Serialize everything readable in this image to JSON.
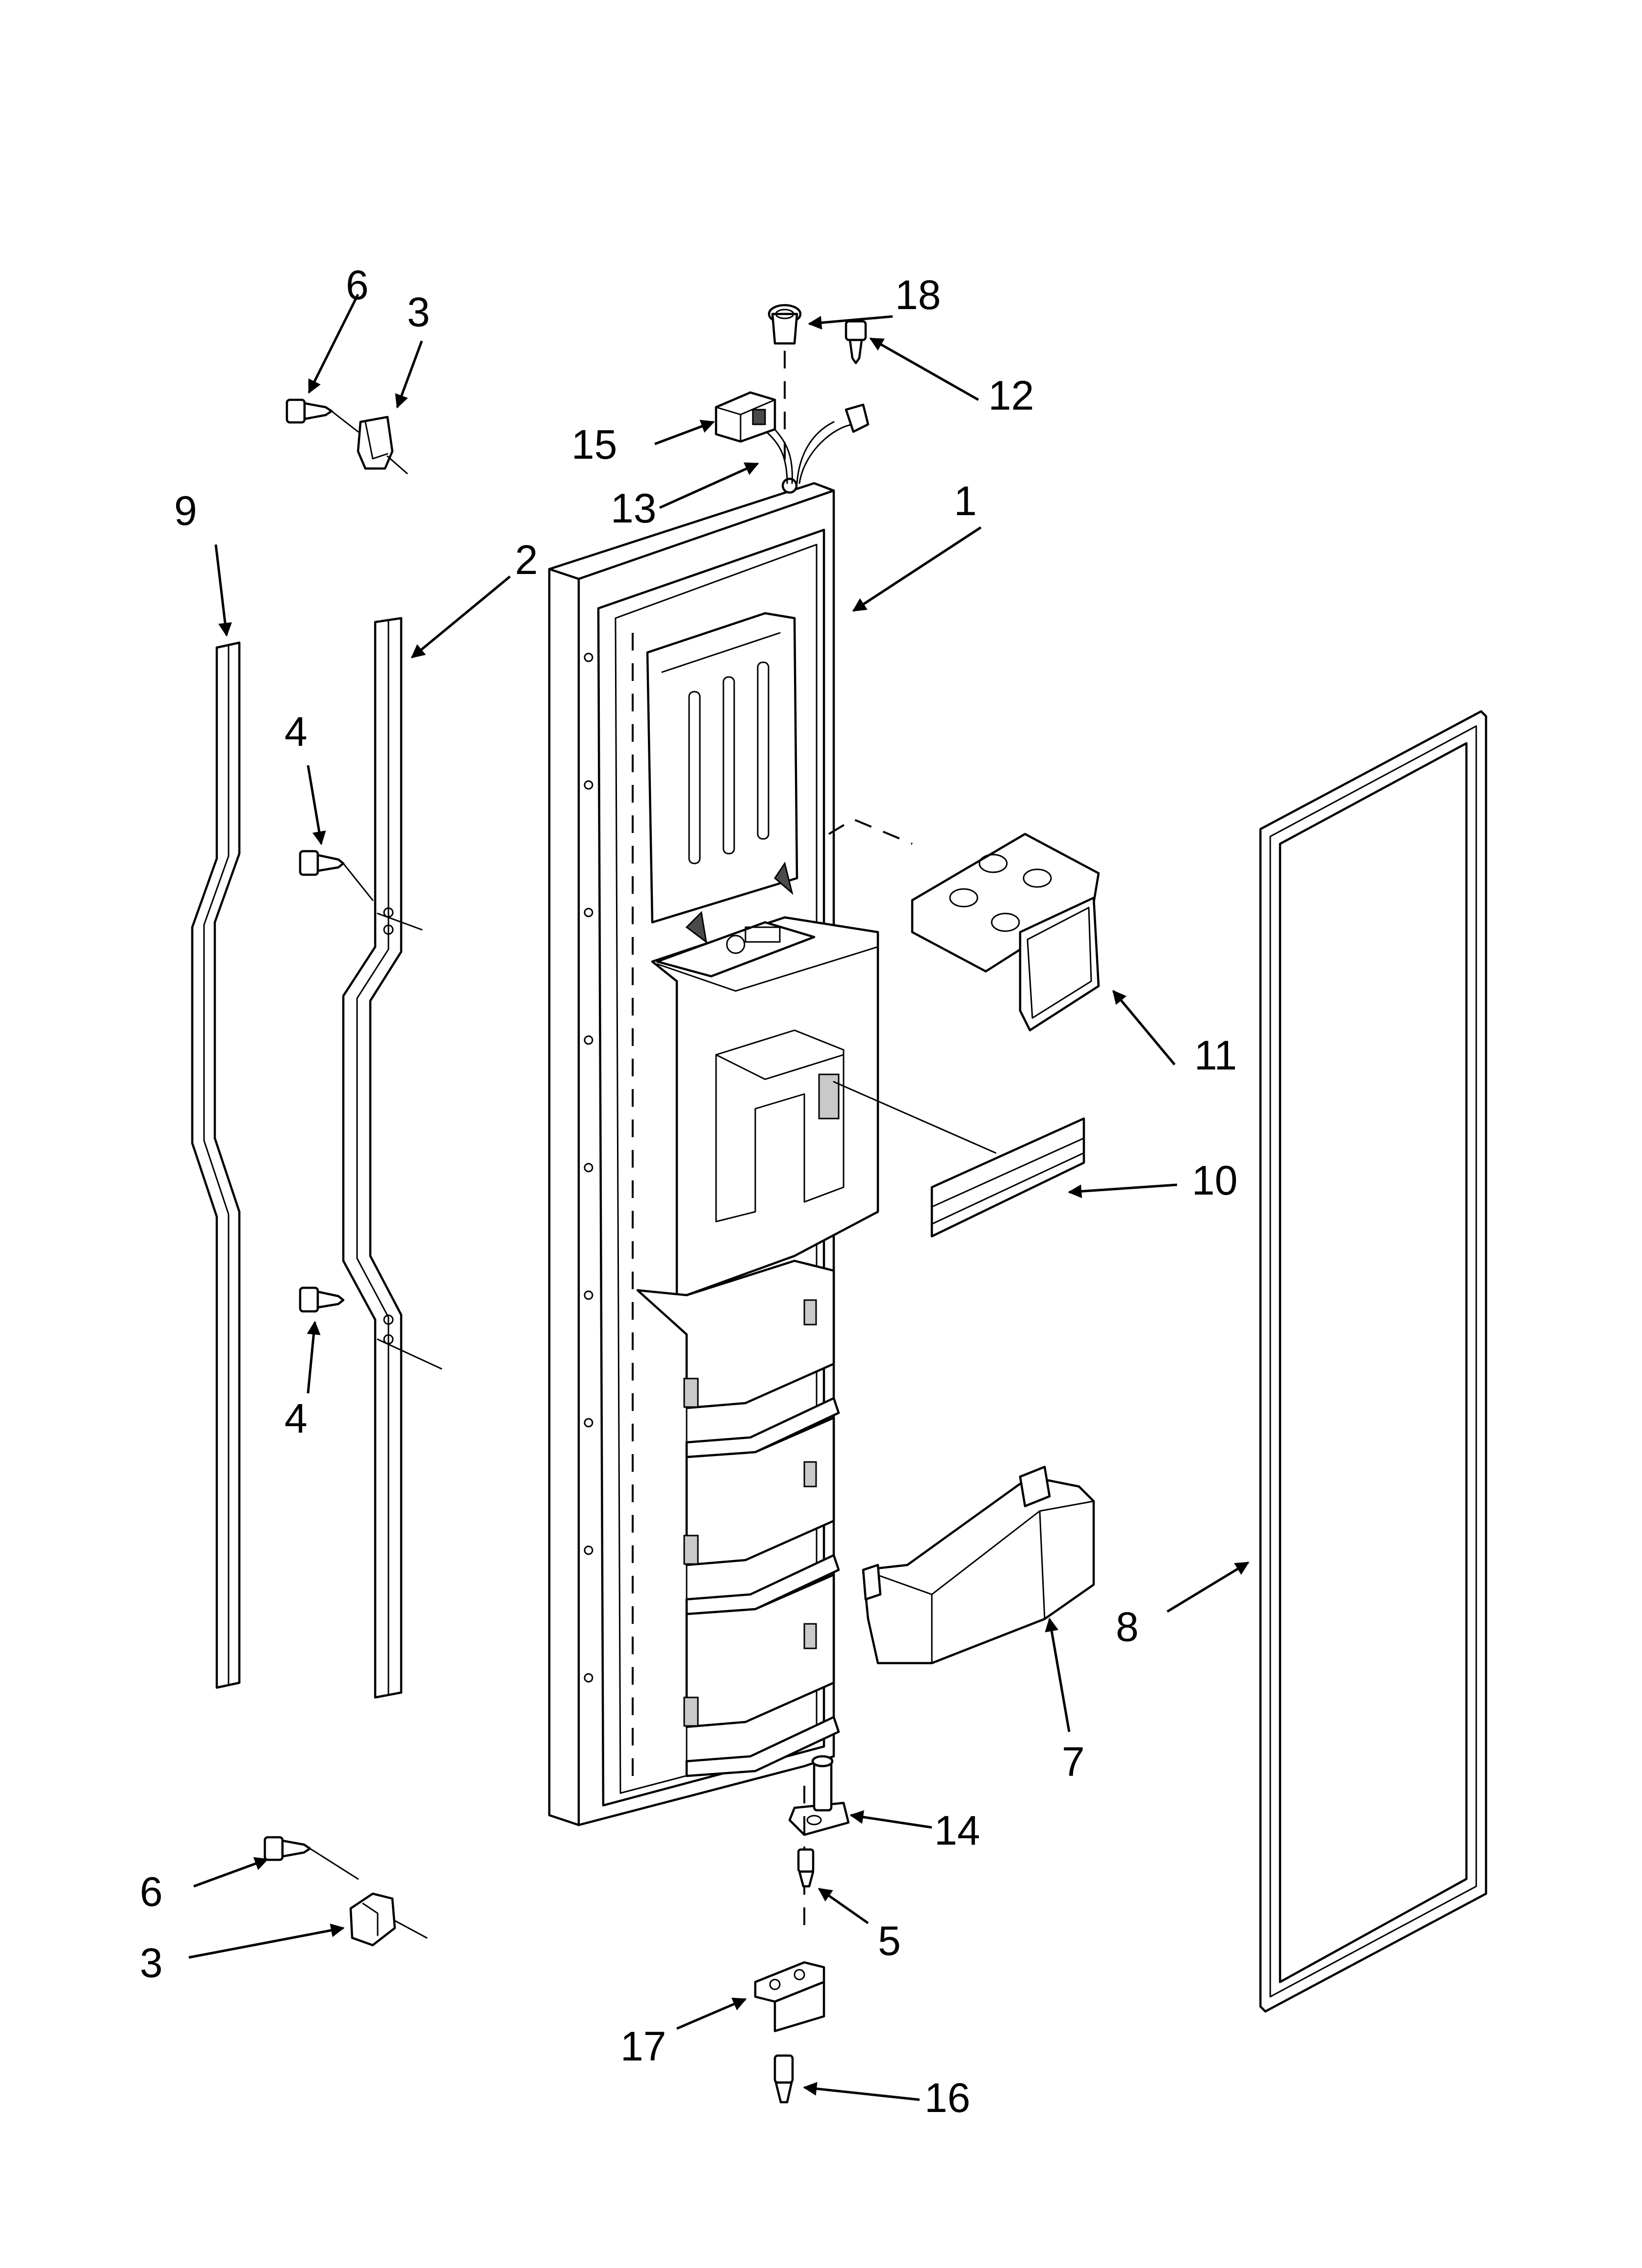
{
  "callouts": {
    "c1": "1",
    "c2": "2",
    "c3a": "3",
    "c3b": "3",
    "c4a": "4",
    "c4b": "4",
    "c5": "5",
    "c6a": "6",
    "c6b": "6",
    "c7": "7",
    "c8": "8",
    "c9": "9",
    "c10": "10",
    "c11": "11",
    "c12": "12",
    "c13": "13",
    "c14": "14",
    "c15": "15",
    "c16": "16",
    "c17": "17",
    "c18": "18"
  }
}
